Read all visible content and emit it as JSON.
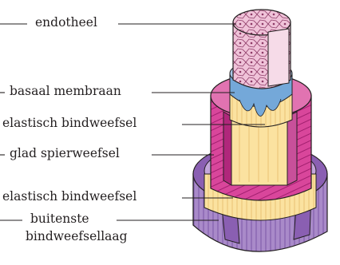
{
  "diagram": {
    "labels": {
      "endotheel": "endotheel",
      "basaal_membraan": "basaal membraan",
      "elastisch_binnen": "elastisch bindweefsel",
      "glad_spierweefsel": "glad spierweefsel",
      "elastisch_buiten": "elastisch bindweefsel",
      "buitenste_line1": "buitenste",
      "buitenste_line2": "bindweefsellaag"
    },
    "layers": [
      {
        "name": "endotheel",
        "color": "#e8b2cd"
      },
      {
        "name": "basaal membraan",
        "color": "#74a8d9"
      },
      {
        "name": "elastisch bindweefsel",
        "color": "#fbe2a0"
      },
      {
        "name": "glad spierweefsel",
        "color": "#d9469b"
      },
      {
        "name": "buitenste bindweefsellaag",
        "color": "#8a5fb2"
      }
    ]
  }
}
